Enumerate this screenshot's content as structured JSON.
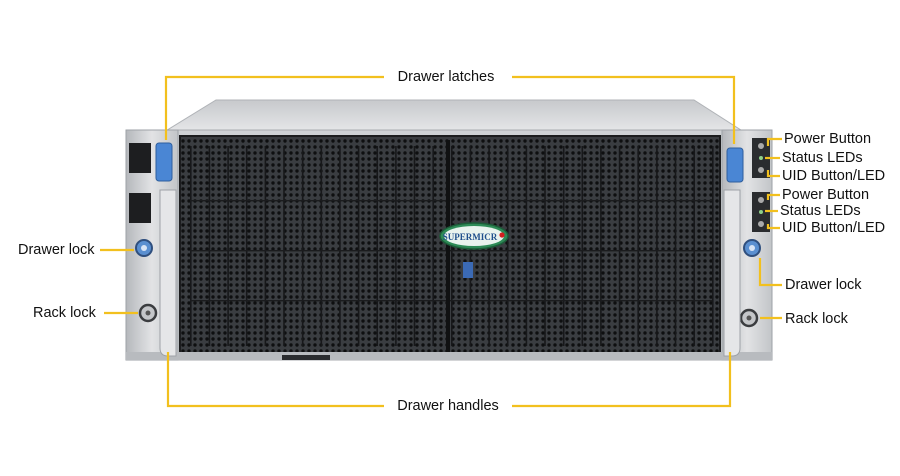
{
  "colors": {
    "callout": "#f2c01e",
    "chassis_light": "#d7d9dc",
    "chassis_dark": "#9ea2a7",
    "mesh": "#2a2c2f",
    "latch_blue": "#4a86d4",
    "logo_green": "#2e8b57",
    "logo_red": "#d22020"
  },
  "logo": {
    "text": "SUPERMICR"
  },
  "callouts": {
    "drawer_latches": "Drawer latches",
    "drawer_handles": "Drawer handles",
    "left_drawer_lock": "Drawer lock",
    "left_rack_lock": "Rack lock",
    "right_drawer_lock": "Drawer lock",
    "right_rack_lock": "Rack lock",
    "upper_power_button": "Power Button",
    "upper_status_leds": "Status LEDs",
    "upper_uid": "UID Button/LED",
    "lower_power_button": "Power Button",
    "lower_status_leds": "Status LEDs",
    "lower_uid": "UID Button/LED"
  }
}
